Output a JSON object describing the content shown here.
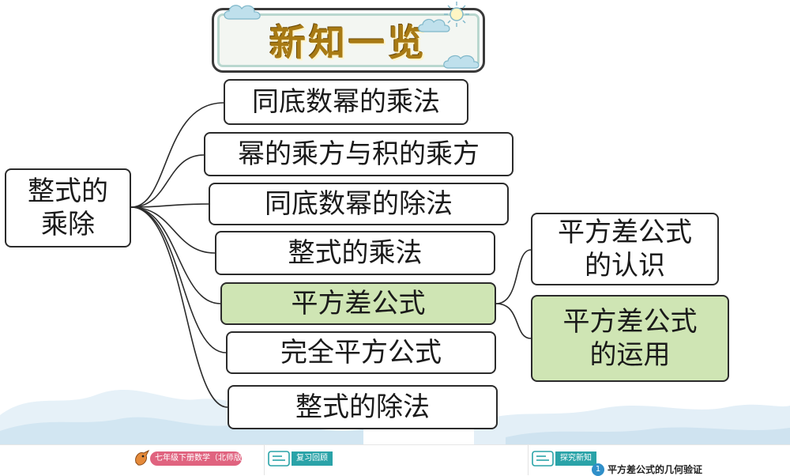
{
  "title": "新知一览",
  "root": "整式的\n乘除",
  "branches": [
    "同底数幂的乘法",
    "幂的乘方与积的乘方",
    "同底数幂的除法",
    "整式的乘法",
    "平方差公式",
    "完全平方公式",
    "整式的除法"
  ],
  "sub_branches": [
    "平方差公式\n的认识",
    "平方差公式\n的运用"
  ],
  "footer": {
    "book": "七年级下册数学（北师版）",
    "review": "复习回顾",
    "explore": "探究新知",
    "point_number": "1",
    "point": "平方差公式的几何验证"
  },
  "colors": {
    "highlight": "#cfe5b4",
    "title_gold": "#a87a14",
    "frame_teal": "#b9d7cf"
  },
  "icons": [
    "cloud-icon",
    "sun-icon",
    "bird-icon",
    "note-icon"
  ]
}
